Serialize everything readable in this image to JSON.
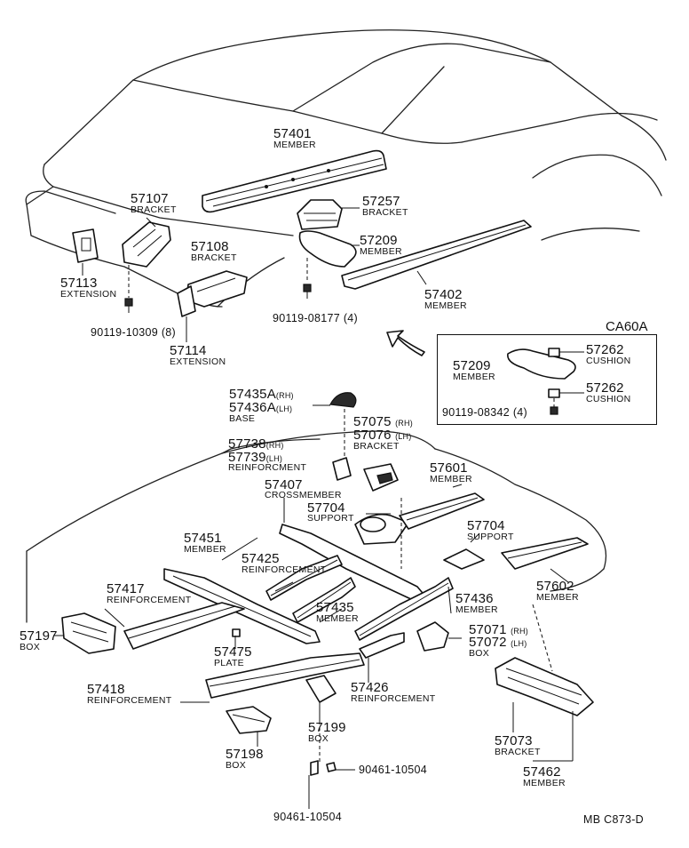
{
  "diagram_code": "CA60A",
  "footer_code": "MB  C873-D",
  "parts": {
    "p57401": {
      "number": "57401",
      "name": "MEMBER"
    },
    "p57107": {
      "number": "57107",
      "name": "BRACKET"
    },
    "p57257": {
      "number": "57257",
      "name": "BRACKET"
    },
    "p57209": {
      "number": "57209",
      "name": "MEMBER"
    },
    "p57108": {
      "number": "57108",
      "name": "BRACKET"
    },
    "p57113": {
      "number": "57113",
      "name": "EXTENSION"
    },
    "p57402": {
      "number": "57402",
      "name": "MEMBER"
    },
    "b90119_10309": {
      "number": "90119-10309 (8)"
    },
    "b90119_08177": {
      "number": "90119-08177 (4)"
    },
    "p57114": {
      "number": "57114",
      "name": "EXTENSION"
    },
    "p57435A": {
      "number": "57435A",
      "side": "(RH)"
    },
    "p57436A": {
      "number": "57436A",
      "side": "(LH)",
      "name": "BASE"
    },
    "p57075": {
      "number": "57075",
      "side": "(RH)"
    },
    "p57076": {
      "number": "57076",
      "side": "(LH)",
      "name": "BRACKET"
    },
    "p57738": {
      "number": "57738",
      "side": "(RH)"
    },
    "p57739": {
      "number": "57739",
      "side": "(LH)",
      "name": "REINFORCMENT"
    },
    "p57601": {
      "number": "57601",
      "name": "MEMBER"
    },
    "p57407": {
      "number": "57407",
      "name": "CROSSMEMBER"
    },
    "p57704a": {
      "number": "57704",
      "name": "SUPPORT"
    },
    "p57704b": {
      "number": "57704",
      "name": "SUPPORT"
    },
    "p57451": {
      "number": "57451",
      "name": "MEMBER"
    },
    "p57425": {
      "number": "57425",
      "name": "REINFORCEMENT"
    },
    "p57602": {
      "number": "57602",
      "name": "MEMBER"
    },
    "p57417": {
      "number": "57417",
      "name": "REINFORCEMENT"
    },
    "p57436": {
      "number": "57436",
      "name": "MEMBER"
    },
    "p57435": {
      "number": "57435",
      "name": "MEMBER"
    },
    "p57197": {
      "number": "57197",
      "name": "BOX"
    },
    "p57071": {
      "number": "57071",
      "side": "(RH)"
    },
    "p57072": {
      "number": "57072",
      "side": "(LH)",
      "name": "BOX"
    },
    "p57475": {
      "number": "57475",
      "name": "PLATE"
    },
    "p57418": {
      "number": "57418",
      "name": "REINFORCEMENT"
    },
    "p57426": {
      "number": "57426",
      "name": "REINFORCEMENT"
    },
    "p57199": {
      "number": "57199",
      "name": "BOX"
    },
    "p57073": {
      "number": "57073",
      "name": "BRACKET"
    },
    "p57198": {
      "number": "57198",
      "name": "BOX"
    },
    "p57462": {
      "number": "57462",
      "name": "MEMBER"
    },
    "b90461_a": {
      "number": "90461-10504"
    },
    "b90461_b": {
      "number": "90461-10504"
    }
  },
  "inset": {
    "p57209": {
      "number": "57209",
      "name": "MEMBER"
    },
    "p57262a": {
      "number": "57262",
      "name": "CUSHION"
    },
    "p57262b": {
      "number": "57262",
      "name": "CUSHION"
    },
    "b90119_08342": {
      "number": "90119-08342 (4)"
    }
  }
}
